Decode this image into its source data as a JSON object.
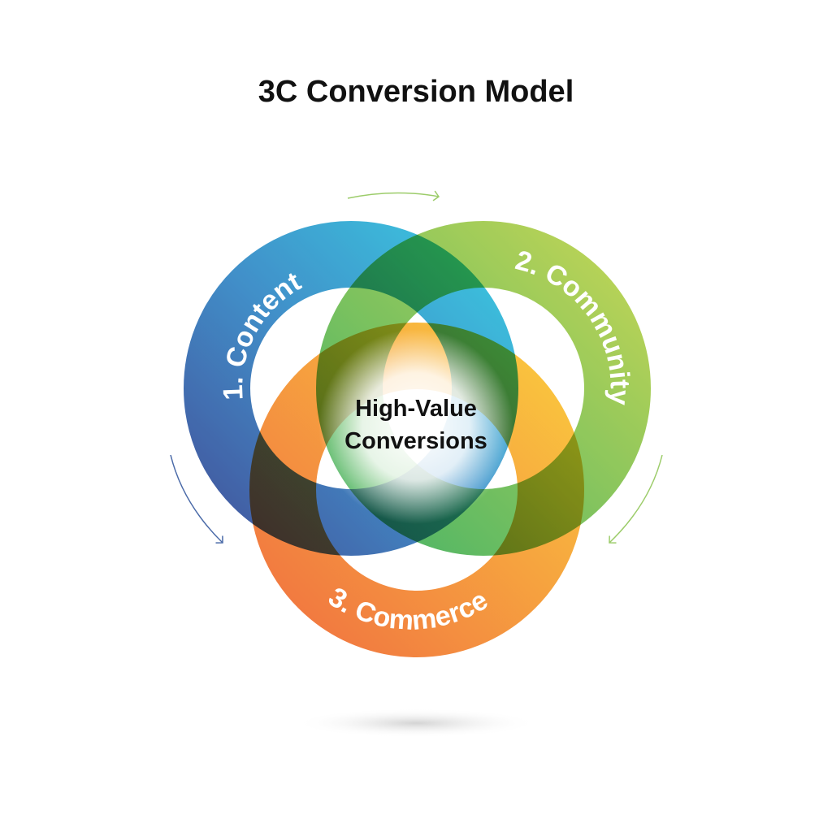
{
  "title": "3C Conversion Model",
  "rings": [
    {
      "label": "1. Content",
      "color_start": "#1f3f93",
      "color_end": "#1ab0d8"
    },
    {
      "label": "2. Community",
      "color_start": "#37a84a",
      "color_end": "#a8cc3a"
    },
    {
      "label": "3. Commerce",
      "color_start": "#f07030",
      "color_end": "#f8b030"
    }
  ],
  "center": {
    "line1": "High-Value",
    "line2": "Conversions"
  },
  "colors": {
    "arrow_blue": "#4a6aa8",
    "arrow_green": "#9ccc6a"
  }
}
